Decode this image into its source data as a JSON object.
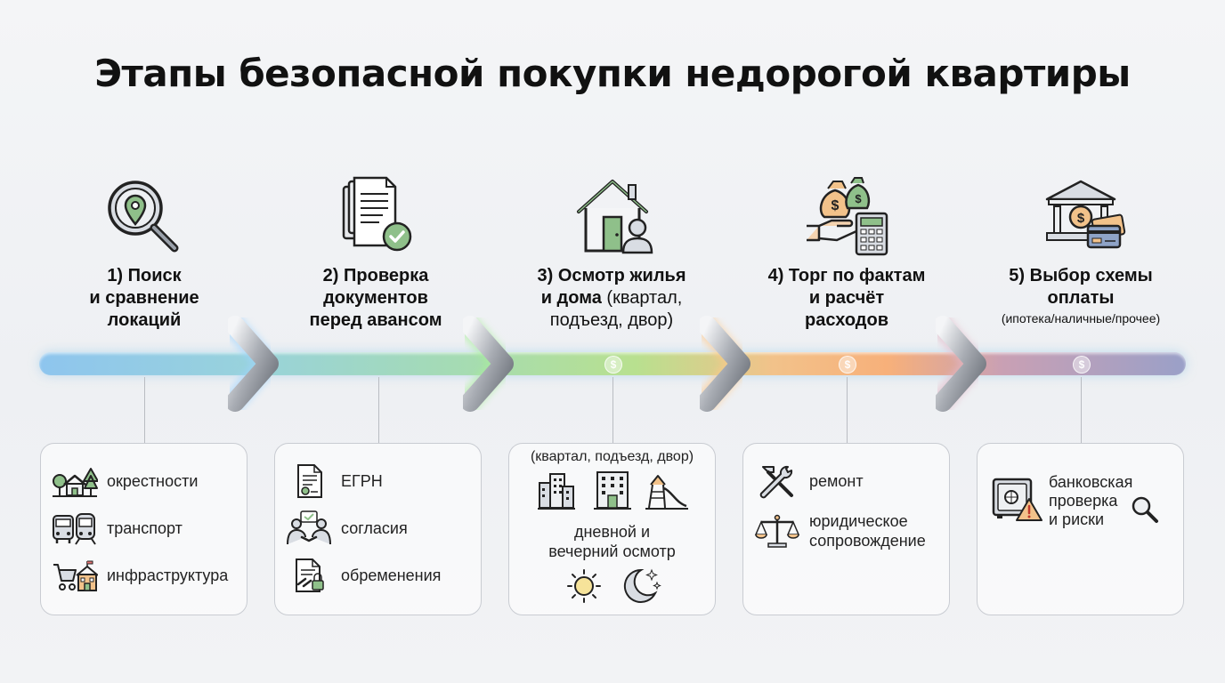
{
  "title": "Этапы безопасной покупки недорогой квартиры",
  "steps": [
    {
      "title_lines": [
        "1) Поиск",
        "и сравнение",
        "локаций"
      ],
      "icon": "location-search-icon",
      "items": [
        {
          "icon": "neighborhood-icon",
          "label": "окрестности"
        },
        {
          "icon": "transport-icon",
          "label": "транспорт"
        },
        {
          "icon": "infrastructure-icon",
          "label": "инфраструктура"
        }
      ]
    },
    {
      "title_lines": [
        "2) Проверка",
        "документов",
        "перед авансом"
      ],
      "icon": "documents-check-icon",
      "items": [
        {
          "icon": "egrn-document-icon",
          "label": "ЕГРН"
        },
        {
          "icon": "consent-icon",
          "label": "согласия"
        },
        {
          "icon": "encumbrance-icon",
          "label": "обременения"
        }
      ]
    },
    {
      "title_bold_1": "3) Осмотр жилья",
      "title_bold_2": "и дома",
      "title_light_2": "(квартал,",
      "title_light_3": "подъезд, двор)",
      "icon": "house-inspection-icon",
      "card_head": "(квартал, подъезд, двор)",
      "card_mid_1": "дневной и",
      "card_mid_2": "вечерний осмотр",
      "card_icons": [
        "apartment-blocks-icon",
        "entrance-building-icon",
        "playground-icon",
        "sun-icon",
        "moon-stars-icon"
      ]
    },
    {
      "title_lines": [
        "4) Торг по фактам",
        "и расчёт",
        "расходов"
      ],
      "icon": "money-calculator-icon",
      "items": [
        {
          "icon": "repair-tools-icon",
          "label": "ремонт"
        },
        {
          "icon": "legal-scales-icon",
          "label_1": "юридическое",
          "label_2": "сопровождение"
        }
      ]
    },
    {
      "title_lines": [
        "5) Выбор схемы",
        "оплаты"
      ],
      "subtitle": "(ипотека/наличные/прочее)",
      "icon": "bank-payment-icon",
      "items": [
        {
          "icon": "safe-risk-icon",
          "label_1": "банковская",
          "label_2": "проверка",
          "label_3": "и риски"
        }
      ]
    }
  ],
  "coin_symbol": "$",
  "colors": {
    "track_start": "#8ec5ee",
    "track_green": "#b8e08f",
    "track_orange": "#f7b07a",
    "track_end": "#9aa0c8",
    "icon_green": "#8fc08a",
    "icon_stroke": "#222222"
  }
}
